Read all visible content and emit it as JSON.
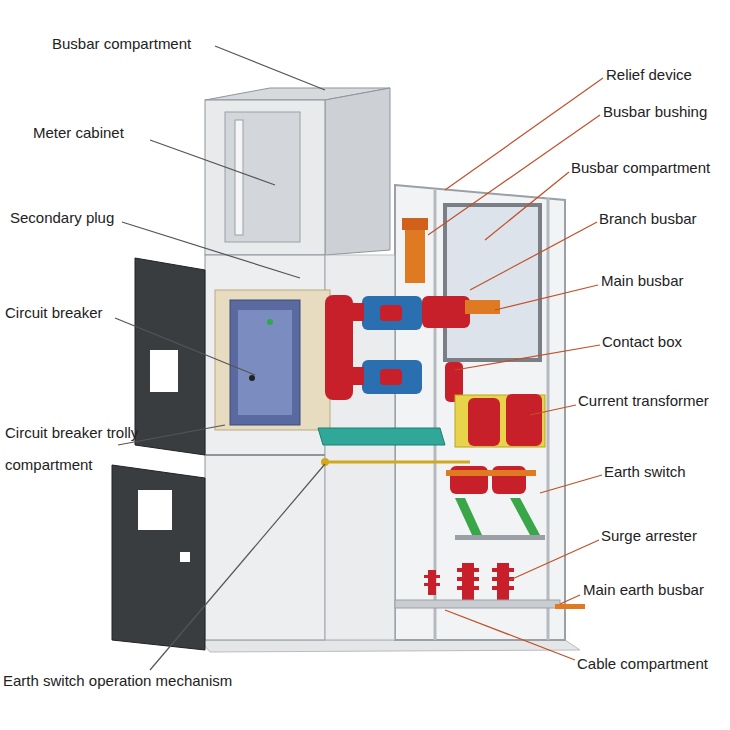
{
  "diagram": {
    "labels": [
      "Busbar compartment",
      "Meter cabinet",
      "Secondary plug",
      "Circuit breaker",
      "Circuit breaker trolly compartment",
      "Earth switch operation mechanism",
      "Relief device",
      "Busbar bushing",
      "Busbar compartment",
      "Branch busbar",
      "Main busbar",
      "Contact box",
      "Current transformer",
      "Earth switch",
      "Surge arrester",
      "Main earth busbar",
      "Cable compartment"
    ]
  }
}
